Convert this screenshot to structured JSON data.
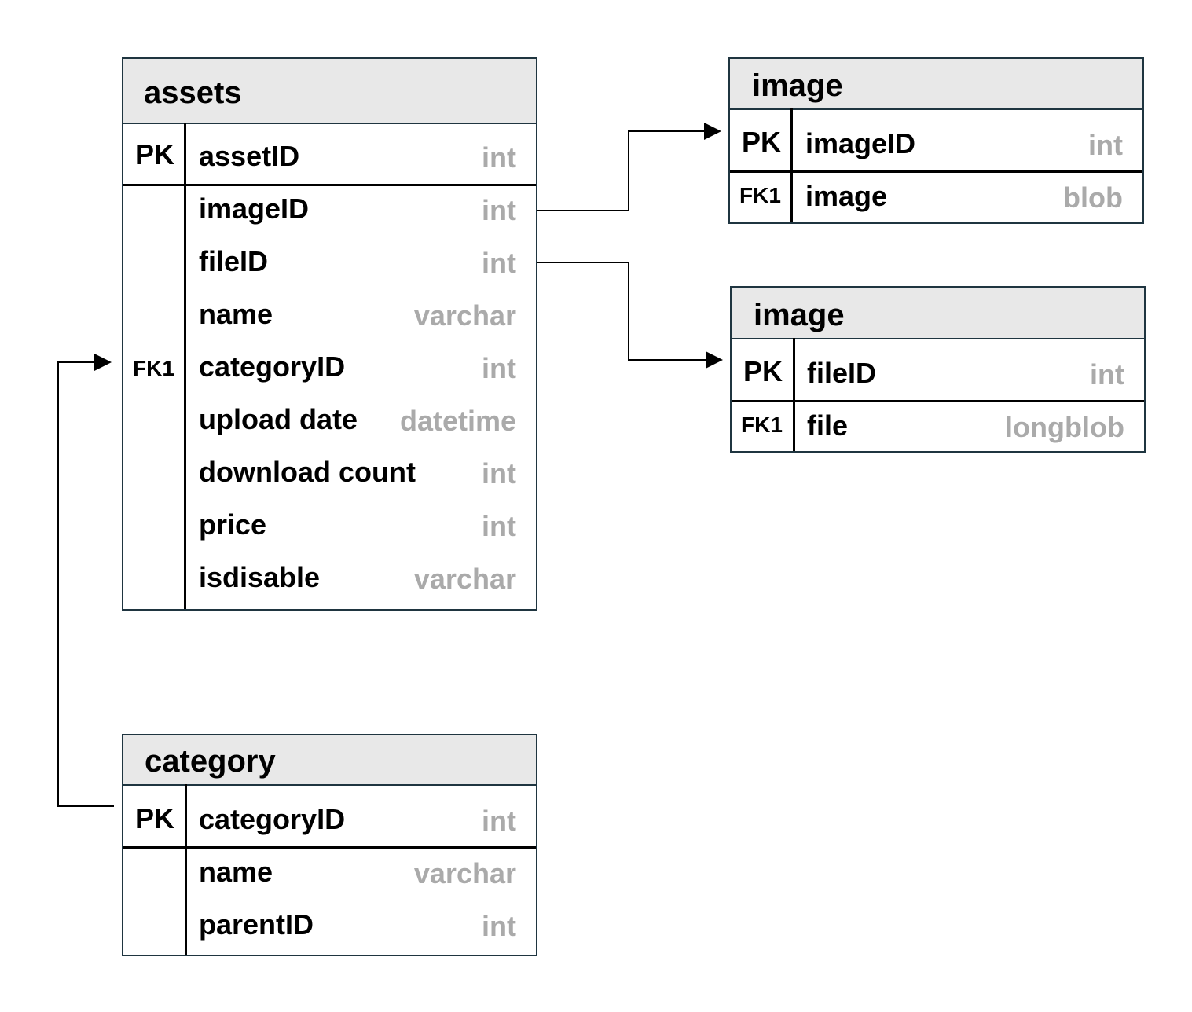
{
  "tables": {
    "assets": {
      "title": "assets",
      "pk_label": "PK",
      "fk_label": "FK1",
      "pk_field": {
        "name": "assetID",
        "type": "int"
      },
      "fields": [
        {
          "name": "imageID",
          "type": "int"
        },
        {
          "name": "fileID",
          "type": "int"
        },
        {
          "name": "name",
          "type": "varchar"
        },
        {
          "name": "categoryID",
          "type": "int"
        },
        {
          "name": "upload date",
          "type": "datetime"
        },
        {
          "name": "download count",
          "type": "int"
        },
        {
          "name": "price",
          "type": "int"
        },
        {
          "name": "isdisable",
          "type": "varchar"
        }
      ]
    },
    "image": {
      "title": "image",
      "pk_label": "PK",
      "fk_label": "FK1",
      "pk_field": {
        "name": "imageID",
        "type": "int"
      },
      "fields": [
        {
          "name": "image",
          "type": "blob"
        }
      ]
    },
    "file": {
      "title": "image",
      "pk_label": "PK",
      "fk_label": "FK1",
      "pk_field": {
        "name": "fileID",
        "type": "int"
      },
      "fields": [
        {
          "name": "file",
          "type": "longblob"
        }
      ]
    },
    "category": {
      "title": "category",
      "pk_label": "PK",
      "pk_field": {
        "name": "categoryID",
        "type": "int"
      },
      "fields": [
        {
          "name": "name",
          "type": "varchar"
        },
        {
          "name": "parentID",
          "type": "int"
        }
      ]
    }
  },
  "relationships": [
    {
      "from": "assets.imageID",
      "to": "image.imageID"
    },
    {
      "from": "assets.fileID",
      "to": "file.fileID"
    },
    {
      "from": "category.categoryID",
      "to": "assets.categoryID"
    }
  ],
  "colors": {
    "border": "#1f3540",
    "header_bg": "#e8e8e8",
    "type_text": "#aaaaaa",
    "text": "#000000"
  }
}
